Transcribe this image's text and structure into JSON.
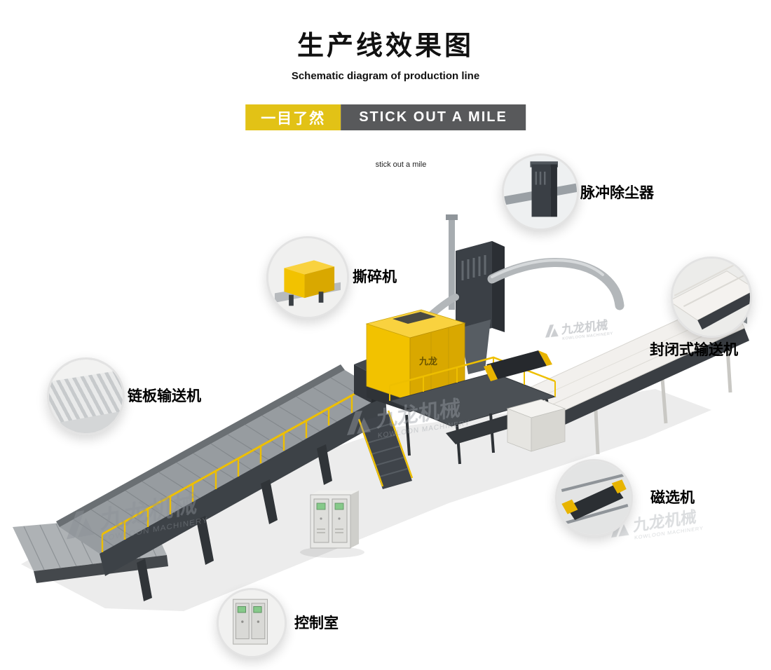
{
  "page": {
    "title": "生产线效果图",
    "subtitle": "Schematic diagram of production line",
    "tagline": "stick out a mile"
  },
  "banner": {
    "cn_label": "一目了然",
    "en_label": "STICK OUT A MILE",
    "cn_bg": "#e2c216",
    "en_bg": "#58595b"
  },
  "callouts": [
    {
      "id": "pulse-dust-collector",
      "label": "脉冲除尘器"
    },
    {
      "id": "shredder",
      "label": "撕碎机"
    },
    {
      "id": "enclosed-belt-conveyor",
      "label": "封闭式输送机"
    },
    {
      "id": "chain-plate-conveyor",
      "label": "链板输送机"
    },
    {
      "id": "magnetic-separator",
      "label": "磁选机"
    },
    {
      "id": "control-room",
      "label": "控制室"
    }
  ],
  "scene": {
    "shredder_label": "九龙",
    "watermark_cn": "九龙机械",
    "watermark_en": "KOWLOON MACHINERY"
  },
  "colors": {
    "accent_yellow": "#f0bd00",
    "machine_yellow": "#f2c200",
    "machine_dark": "#3a3f45",
    "machine_light": "#f2f0ed",
    "railing_yellow": "#eebf00"
  }
}
